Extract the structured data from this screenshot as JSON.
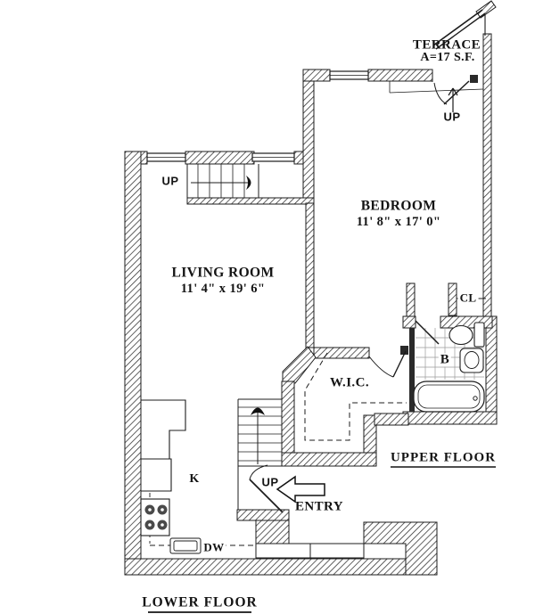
{
  "plan": {
    "upper_floor": {
      "section_label": "UPPER FLOOR",
      "terrace": {
        "name": "TERRACE",
        "area": "A=17 S.F.",
        "stair_label": "UP"
      },
      "bedroom": {
        "name": "BEDROOM",
        "dims": "11' 8\" x 17' 0\""
      },
      "walk_in_closet": {
        "name": "W.I.C."
      },
      "closet": {
        "name": "CL"
      },
      "bathroom": {
        "name": "B"
      }
    },
    "lower_floor": {
      "section_label": "LOWER FLOOR",
      "living_room": {
        "name": "LIVING ROOM",
        "dims": "11' 4\" x 19' 6\"",
        "stair_label": "UP"
      },
      "kitchen": {
        "name": "K",
        "dishwasher_label": "DW"
      },
      "entry": {
        "name": "ENTRY",
        "stair_label": "UP"
      }
    }
  },
  "colors": {
    "line": "#1c1c1c",
    "background": "#ffffff"
  }
}
